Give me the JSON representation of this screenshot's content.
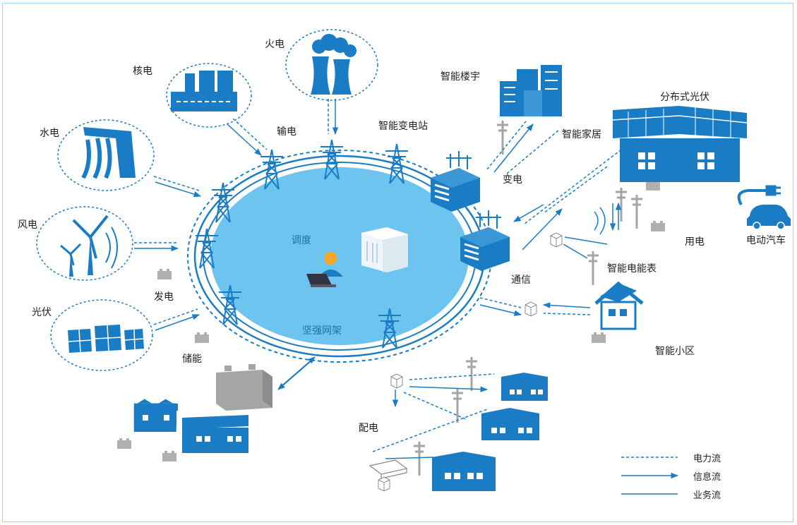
{
  "colors": {
    "primary": "#1a7cc4",
    "grid_fill": "#6cc4ef",
    "grid_ring": "#1a7cc4",
    "gray": "#a5a5a5",
    "frame": "#9fd0ee",
    "text": "#222222"
  },
  "labels": {
    "fire_power": "火电",
    "nuclear_power": "核电",
    "hydro_power": "水电",
    "wind_power": "风电",
    "solar_power": "光伏",
    "transmission": "输电",
    "smart_substation": "智能变电站",
    "smart_building": "智能楼宇",
    "smart_home": "智能家居",
    "distributed_pv": "分布式光伏",
    "transformation": "变电",
    "electricity_use": "用电",
    "electric_vehicle": "电动汽车",
    "smart_meter": "智能电能表",
    "communication": "通信",
    "smart_community": "智能小区",
    "dispatch": "调度",
    "strong_grid": "坚强网架",
    "generation": "发电",
    "storage": "储能",
    "distribution": "配电"
  },
  "legend": [
    {
      "label": "电力流",
      "style": "dashed"
    },
    {
      "label": "信息流",
      "style": "arrow"
    },
    {
      "label": "业务流",
      "style": "solid"
    }
  ],
  "icons": {
    "fire": "cooling-tower-icon",
    "nuclear": "power-plant-icon",
    "hydro": "dam-icon",
    "wind": "wind-turbine-icon",
    "solar": "solar-panel-icon",
    "tower": "transmission-tower-icon",
    "building": "office-building-icon",
    "factory": "factory-icon",
    "house": "house-icon",
    "ev": "electric-car-icon",
    "operator": "operator-icon",
    "battery": "battery-icon"
  }
}
